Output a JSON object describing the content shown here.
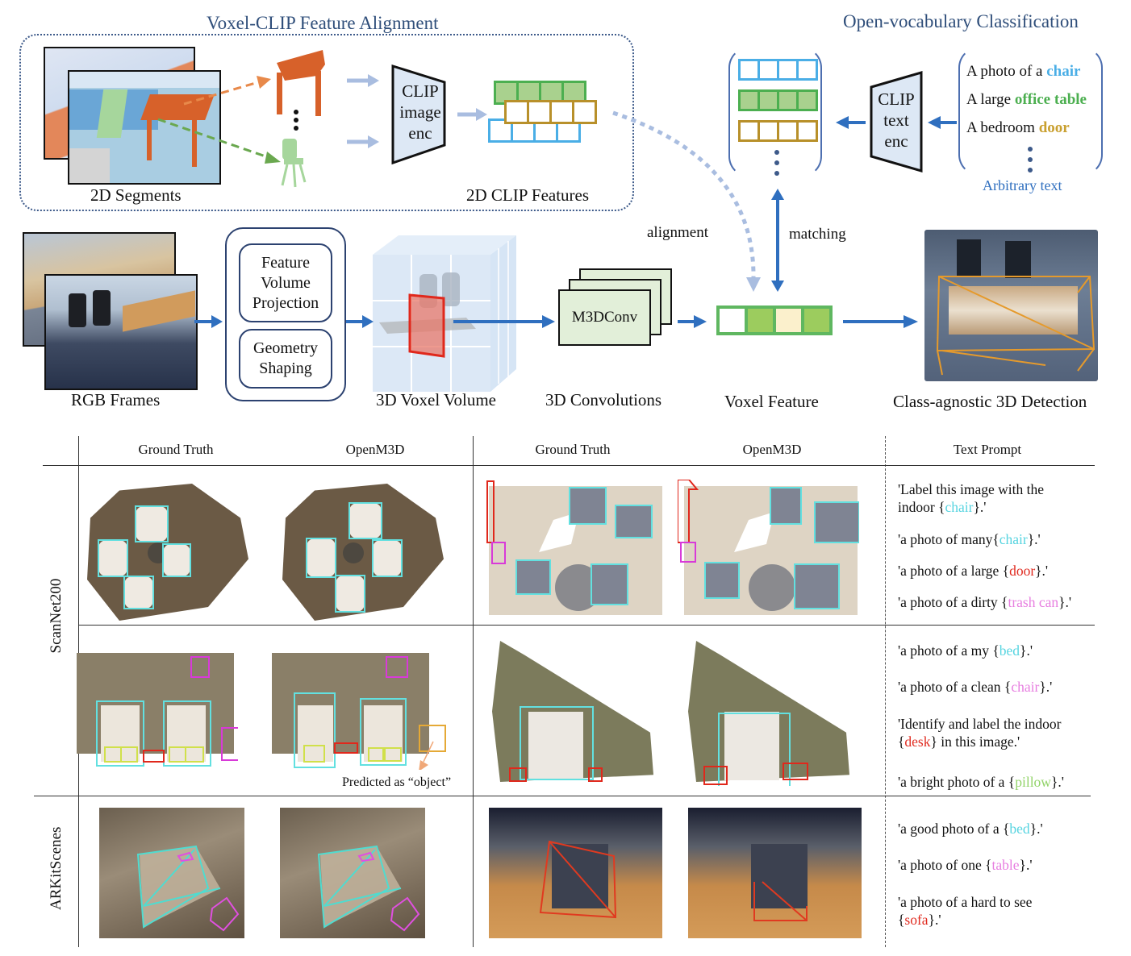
{
  "top": {
    "alignment_section": {
      "title": "Voxel-CLIP Feature Alignment",
      "segments_label": "2D Segments",
      "clip_image_enc": [
        "CLIP",
        "image",
        "enc"
      ],
      "clip_features_label": "2D CLIP Features"
    },
    "classification_section": {
      "title": "Open-vocabulary Classification",
      "clip_text_enc": [
        "CLIP",
        "text",
        "enc"
      ],
      "prompts": [
        {
          "prefix": "A photo of a ",
          "keyword": "chair",
          "color": "#4aaee6"
        },
        {
          "prefix": "A large ",
          "keyword": "office table",
          "color": "#4caf50"
        },
        {
          "prefix": "A bedroom ",
          "keyword": "door",
          "color": "#c9a030"
        }
      ],
      "arbitrary_text_label": "Arbitrary text"
    },
    "pipeline": {
      "rgb_label": "RGB Frames",
      "projection_box": [
        "Feature",
        "Volume",
        "Projection"
      ],
      "geometry_box": [
        "Geometry",
        "Shaping"
      ],
      "voxel_volume_label": "3D Voxel Volume",
      "conv_box": "M3DConv",
      "conv_label": "3D Convolutions",
      "alignment_label": "alignment",
      "matching_label": "matching",
      "voxel_feature_label": "Voxel Feature",
      "detection_label": "Class-agnostic 3D Detection"
    },
    "colors": {
      "arrow_blue": "#2f6fbf",
      "light_arrow": "#a9bde0",
      "feature_blue": "#4aaee6",
      "feature_green": "#4caf50",
      "feature_gold": "#b8902a",
      "feature_green_fill": "#a9d18e",
      "vf_green_fill": "#9ccc5e",
      "vf_cream_fill": "#fbf0cc"
    }
  },
  "table": {
    "headers": [
      "Ground Truth",
      "OpenM3D",
      "Ground Truth",
      "OpenM3D",
      "Text Prompt"
    ],
    "row_labels": [
      "ScanNet200",
      "ARKitScenes"
    ],
    "annotation": "Predicted as “object”",
    "prompt_groups": [
      [
        {
          "lines": [
            {
              "pre": "'Label this image with the",
              "kw": "",
              "post": ""
            },
            {
              "pre": "indoor {",
              "kw": "chair",
              "post": "}.'"
            }
          ],
          "color": "#56d4e0"
        },
        {
          "lines": [
            {
              "pre": "'a photo of many{",
              "kw": "chair",
              "post": "}.'"
            }
          ],
          "color": "#56d4e0"
        },
        {
          "lines": [
            {
              "pre": "'a photo of a large {",
              "kw": "door",
              "post": "}.'"
            }
          ],
          "color": "#e02b20"
        },
        {
          "lines": [
            {
              "pre": "'a photo of a dirty {",
              "kw": "trash can",
              "post": "}.'"
            }
          ],
          "color": "#e77ee0"
        }
      ],
      [
        {
          "lines": [
            {
              "pre": "'a photo of a my {",
              "kw": "bed",
              "post": "}.'"
            }
          ],
          "color": "#56d4e0"
        },
        {
          "lines": [
            {
              "pre": "'a photo of a clean {",
              "kw": "chair",
              "post": "}.'"
            }
          ],
          "color": "#e77ee0"
        },
        {
          "lines": [
            {
              "pre": "'Identify and label the indoor",
              "kw": "",
              "post": ""
            },
            {
              "pre": "{",
              "kw": "desk",
              "post": "} in this image.'"
            }
          ],
          "color": "#e02b20"
        },
        {
          "lines": [
            {
              "pre": "'a bright photo of a {",
              "kw": "pillow",
              "post": "}.'"
            }
          ],
          "color": "#93d46a"
        }
      ],
      [
        {
          "lines": [
            {
              "pre": "'a good photo of a {",
              "kw": "bed",
              "post": "}.'"
            }
          ],
          "color": "#56d4e0"
        },
        {
          "lines": [
            {
              "pre": "'a photo of one {",
              "kw": "table",
              "post": "}.'"
            }
          ],
          "color": "#e77ee0"
        },
        {
          "lines": [
            {
              "pre": "'a photo of a hard to see",
              "kw": "",
              "post": ""
            },
            {
              "pre": "{",
              "kw": "sofa",
              "post": "}.'"
            }
          ],
          "color": "#e02b20"
        }
      ]
    ]
  }
}
